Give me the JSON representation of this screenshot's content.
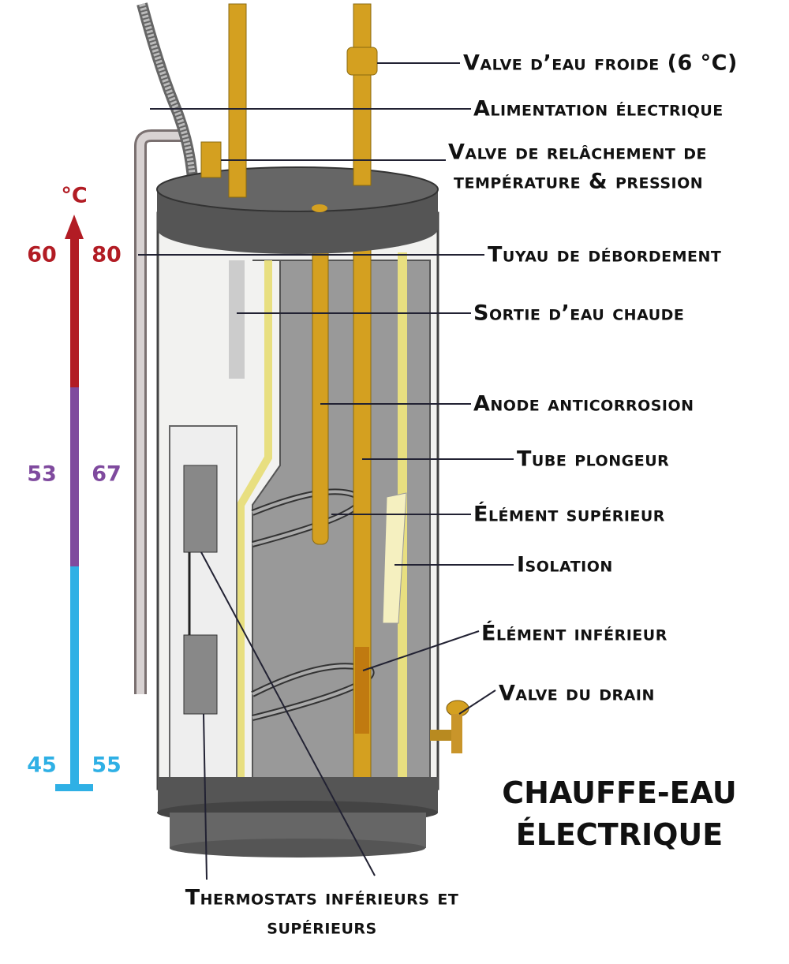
{
  "title": [
    "CHAUFFE-EAU",
    "ÉLECTRIQUE"
  ],
  "labels": {
    "cold_valve": "Valve d’eau froide (6 °C)",
    "power": "Alimentation électrique",
    "relief_valve_1": "Valve de relâchement de",
    "relief_valve_2": "température & pression",
    "overflow": "Tuyau de débordement",
    "hot_outlet": "Sortie d’eau chaude",
    "anode": "Anode anticorrosion",
    "dip_tube": "Tube plongeur",
    "upper_element": "Élément supérieur",
    "insulation": "Isolation",
    "lower_element": "Élément inférieur",
    "drain_valve": "Valve du drain",
    "thermostats_1": "Thermostats inférieurs et",
    "thermostats_2": "supérieurs"
  },
  "scale": {
    "unit": "°C",
    "top": {
      "left": "60",
      "right": "80",
      "color": "#b21c24"
    },
    "middle": {
      "left": "53",
      "right": "67",
      "color": "#7f4a9e"
    },
    "bottom": {
      "left": "45",
      "right": "55",
      "color": "#2fb0e5"
    }
  }
}
